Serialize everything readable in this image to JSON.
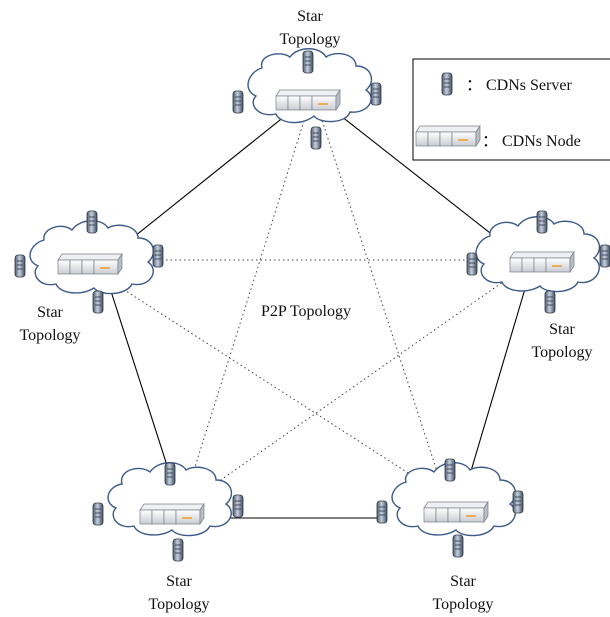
{
  "clusters": [
    {
      "id": "top",
      "label_line1": "Star",
      "label_line2": "Topology"
    },
    {
      "id": "left",
      "label_line1": "Star",
      "label_line2": "Topology"
    },
    {
      "id": "right",
      "label_line1": "Star",
      "label_line2": "Topology"
    },
    {
      "id": "bottom-left",
      "label_line1": "Star",
      "label_line2": "Topology"
    },
    {
      "id": "bottom-right",
      "label_line1": "Star",
      "label_line2": "Topology"
    }
  ],
  "center_label": "P2P Topology",
  "legend": {
    "server": "： CDNs Server",
    "node": "： CDNs Node"
  },
  "icons": {
    "server": "server-icon",
    "node": "cdn-node-icon",
    "cloud": "cloud-icon"
  },
  "colors": {
    "cloud_stroke": "#3c5a8a",
    "solid_link": "#000000",
    "dotted_link": "#555555",
    "server_body": "#6f7f94",
    "node_accent": "#f0a030"
  }
}
